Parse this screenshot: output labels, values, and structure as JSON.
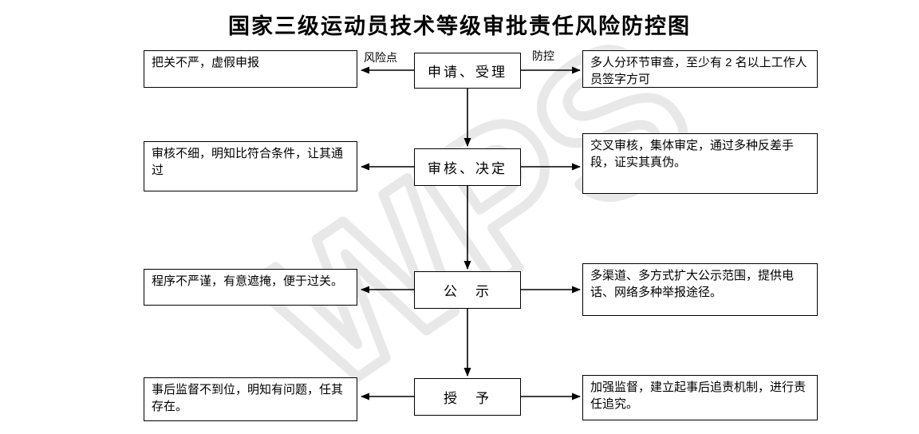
{
  "title": "国家三级运动员技术等级审批责任风险防控图",
  "watermark_text": "WPS",
  "arrow_labels": {
    "risk_point": "风险点",
    "control": "防控"
  },
  "flow": {
    "rows": [
      {
        "stage": "申请、受理",
        "risk": "把关不严，虚假申报",
        "control": "多人分环节审查，至少有 2 名以上工作人员签字方可"
      },
      {
        "stage": "审核、决定",
        "risk": "审核不细，明知比符合条件，让其通过",
        "control": "交叉审核，集体审定，通过多种反差手段，证实其真伪。"
      },
      {
        "stage": "公　示",
        "risk": "程序不严谨，有意遮掩，便于过关。",
        "control": "多渠道、多方式扩大公示范围，提供电话、网络多种举报途径。"
      },
      {
        "stage": "授　予",
        "risk": "事后监督不到位，明知有问题，任其存在。",
        "control": "加强监督，建立起事后追责机制，进行责任追究。"
      }
    ]
  },
  "colors": {
    "line": "#000000",
    "box_border": "#000000",
    "background": "#ffffff",
    "watermark": "#e8e8e8"
  }
}
